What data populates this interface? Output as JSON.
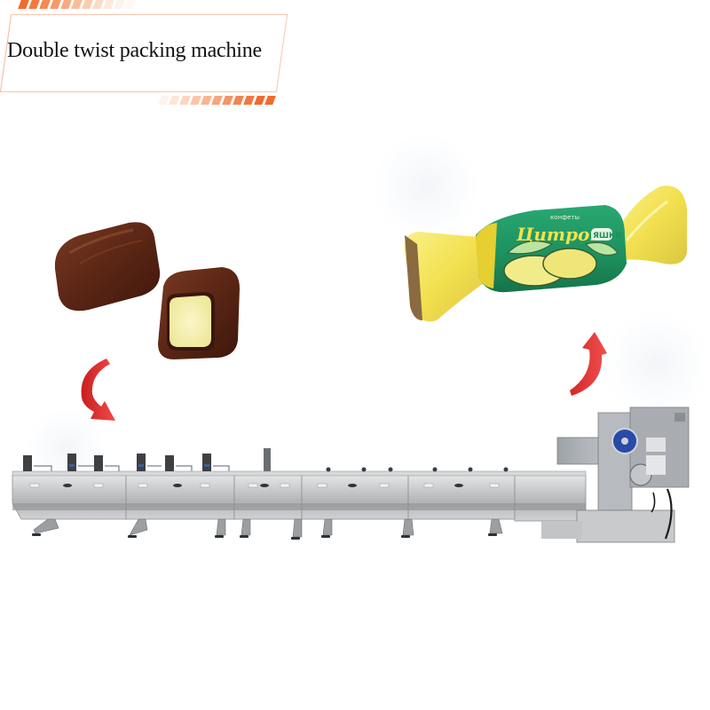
{
  "title": {
    "text": "Double twist packing machine",
    "accent_color": "#f26b2e"
  },
  "products": {
    "input": {
      "label": "chocolate-coated candy bars",
      "coating_color": "#5a2414",
      "filling_color": "#f4f0b0"
    },
    "output": {
      "label": "twist-wrapped candy",
      "wrapper_text": "Цитрон",
      "wrapper_subtext": "конфеты",
      "brand": "ЯШКИ",
      "wrapper_color": "#1f9a63",
      "twist_color": "#f3e24a"
    }
  },
  "arrows": {
    "in_arrow": {
      "direction": "down",
      "color": "#e03030"
    },
    "out_arrow": {
      "direction": "up",
      "color": "#e03030"
    }
  },
  "machine": {
    "label": "double twist packing machine line",
    "body_color": "#b9bbbd"
  }
}
